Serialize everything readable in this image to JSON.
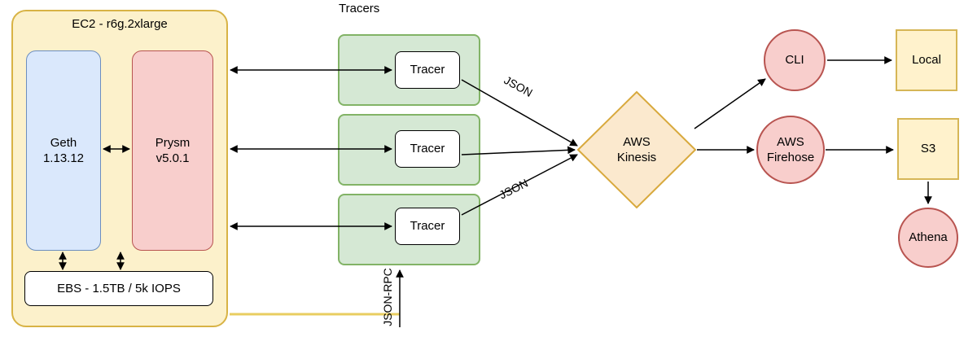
{
  "palette": {
    "ec2_fill": "#FCF1CB",
    "ec2_border": "#D8B345",
    "geth_fill": "#DAE8FC",
    "geth_border": "#6C8EBF",
    "prysm_fill": "#F8CECC",
    "prysm_border": "#B85450",
    "tracer_group_fill": "#D5E8D4",
    "tracer_group_border": "#82B366",
    "kinesis_fill": "#FBE9CE",
    "kinesis_border": "#D8A93D",
    "circle_fill": "#F8CECC",
    "circle_border": "#B85450",
    "square_fill": "#FFF2CC",
    "square_border": "#D6B656",
    "bottom_line": "#E9CD60",
    "arrow": "#000000"
  },
  "ec2": {
    "title": "EC2 - r6g.2xlarge",
    "geth_line1": "Geth",
    "geth_line2": "1.13.12",
    "prysm_line1": "Prysm",
    "prysm_line2": "v5.0.1",
    "ebs_label": "EBS - 1.5TB / 5k IOPS"
  },
  "tracers": {
    "group_label": "Tracers",
    "items": [
      {
        "label": "Tracer"
      },
      {
        "label": "Tracer"
      },
      {
        "label": "Tracer"
      }
    ]
  },
  "kinesis": {
    "line1": "AWS",
    "line2": "Kinesis"
  },
  "consumers": {
    "cli_label": "CLI",
    "firehose_line1": "AWS",
    "firehose_line2": "Firehose"
  },
  "sinks": {
    "local_label": "Local",
    "s3_label": "S3",
    "athena_label": "Athena"
  },
  "edge_labels": {
    "json_top": "JSON",
    "json_bottom": "JSON",
    "rpc_vertical": "JSON-RPC"
  }
}
